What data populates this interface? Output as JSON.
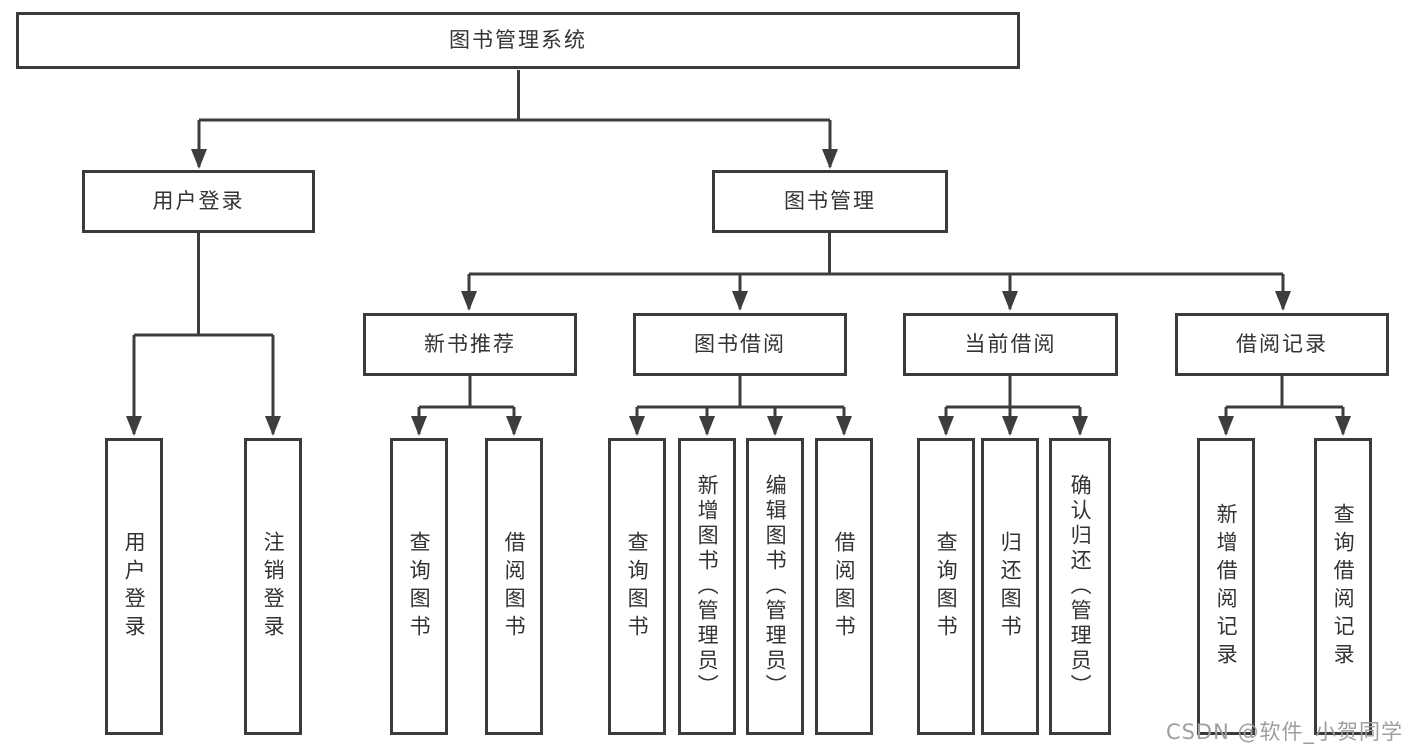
{
  "diagram": {
    "title": "图书管理系统",
    "watermark": "CSDN @软件_小贺同学",
    "colors": {
      "line": "#3d3d3d",
      "box_border": "#3b3b3b",
      "text": "#333333",
      "background": "#ffffff",
      "watermark": "#9e9e9e"
    },
    "nodes": {
      "root": {
        "label": "图书管理系统"
      },
      "user_login": {
        "label": "用户登录"
      },
      "book_mgmt": {
        "label": "图书管理"
      },
      "new_book_rec": {
        "label": "新书推荐"
      },
      "book_borrow": {
        "label": "图书借阅"
      },
      "current_borrow": {
        "label": "当前借阅"
      },
      "borrow_record": {
        "label": "借阅记录"
      },
      "leaf_user_login": {
        "label": "用户登录"
      },
      "leaf_logout": {
        "label": "注销登录"
      },
      "leaf_rec_query_book": {
        "label": "查询图书"
      },
      "leaf_rec_borrow_book": {
        "label": "借阅图书"
      },
      "leaf_bb_query_book": {
        "label": "查询图书"
      },
      "leaf_bb_add_book": {
        "label": "新增图书（管理员）"
      },
      "leaf_bb_edit_book": {
        "label": "编辑图书（管理员）"
      },
      "leaf_bb_borrow_book": {
        "label": "借阅图书"
      },
      "leaf_cb_query_book": {
        "label": "查询图书"
      },
      "leaf_cb_return_book": {
        "label": "归还图书"
      },
      "leaf_cb_confirm_return": {
        "label": "确认归还（管理员）"
      },
      "leaf_br_add_record": {
        "label": "新增借阅记录"
      },
      "leaf_br_query_record": {
        "label": "查询借阅记录"
      }
    },
    "edges": [
      {
        "from": "root",
        "to": "user_login"
      },
      {
        "from": "root",
        "to": "book_mgmt"
      },
      {
        "from": "user_login",
        "to": "leaf_user_login"
      },
      {
        "from": "user_login",
        "to": "leaf_logout"
      },
      {
        "from": "book_mgmt",
        "to": "new_book_rec"
      },
      {
        "from": "book_mgmt",
        "to": "book_borrow"
      },
      {
        "from": "book_mgmt",
        "to": "current_borrow"
      },
      {
        "from": "book_mgmt",
        "to": "borrow_record"
      },
      {
        "from": "new_book_rec",
        "to": "leaf_rec_query_book"
      },
      {
        "from": "new_book_rec",
        "to": "leaf_rec_borrow_book"
      },
      {
        "from": "book_borrow",
        "to": "leaf_bb_query_book"
      },
      {
        "from": "book_borrow",
        "to": "leaf_bb_add_book"
      },
      {
        "from": "book_borrow",
        "to": "leaf_bb_edit_book"
      },
      {
        "from": "book_borrow",
        "to": "leaf_bb_borrow_book"
      },
      {
        "from": "current_borrow",
        "to": "leaf_cb_query_book"
      },
      {
        "from": "current_borrow",
        "to": "leaf_cb_return_book"
      },
      {
        "from": "current_borrow",
        "to": "leaf_cb_confirm_return"
      },
      {
        "from": "borrow_record",
        "to": "leaf_br_add_record"
      },
      {
        "from": "borrow_record",
        "to": "leaf_br_query_record"
      }
    ]
  }
}
